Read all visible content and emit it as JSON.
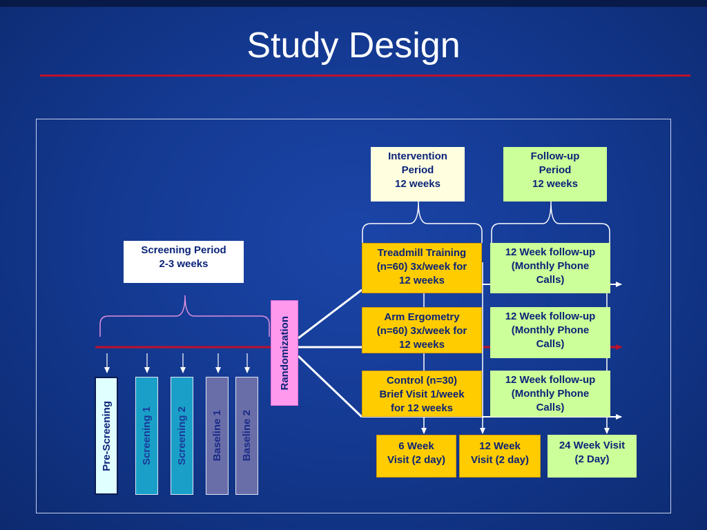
{
  "title": "Study Design",
  "periods": {
    "screening": "Screening Period\n2-3 weeks",
    "intervention": "Intervention\nPeriod\n12 weeks",
    "followup": "Follow-up\nPeriod\n12 weeks"
  },
  "phases": [
    "Pre-Screening",
    "Screening 1",
    "Screening 2",
    "Baseline 1",
    "Baseline 2"
  ],
  "randomization": "Randomization",
  "arms": [
    {
      "name": "Treadmill Training\n(n=60) 3x/week for\n12 weeks",
      "followup": "12 Week follow-up\n(Monthly Phone\nCalls)"
    },
    {
      "name": "Arm Ergometry\n(n=60) 3x/week for\n12 weeks",
      "followup": "12 Week follow-up\n(Monthly Phone\nCalls)"
    },
    {
      "name": "Control (n=30)\nBrief Visit 1/week\nfor 12 weeks",
      "followup": "12 Week follow-up\n(Monthly Phone\nCalls)"
    }
  ],
  "visits": [
    "6 Week\nVisit (2 day)",
    "12 Week\nVisit (2 day)",
    "24 Week Visit\n(2 Day)"
  ],
  "colors": {
    "timeline": "#c0102a",
    "brace_screening": "#e090e0",
    "brace_other": "#ffffff",
    "arm_box": "#ffcc00",
    "followup_box": "#ccff99",
    "randomization_box": "#ff99ee"
  }
}
